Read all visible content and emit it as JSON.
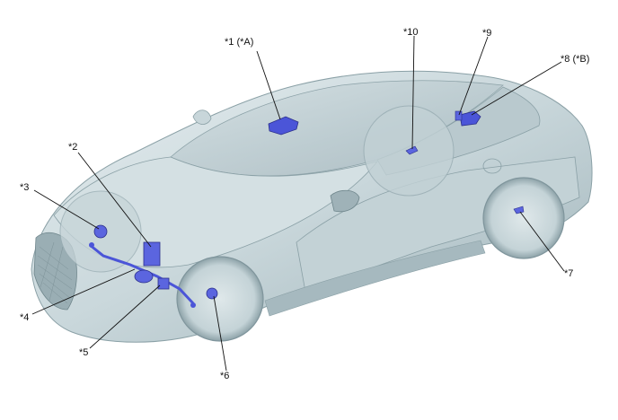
{
  "callouts": {
    "c1": "*1 (*A)",
    "c2": "*2",
    "c3": "*3",
    "c4": "*4",
    "c5": "*5",
    "c6": "*6",
    "c7": "*7",
    "c8": "*8 (*B)",
    "c9": "*9",
    "c10": "*10"
  },
  "colors": {
    "body_light": "#dde7ea",
    "body_mid": "#b5c6cb",
    "body_dark": "#7f959c",
    "component": "#4b55d8",
    "leader": "#111111"
  }
}
